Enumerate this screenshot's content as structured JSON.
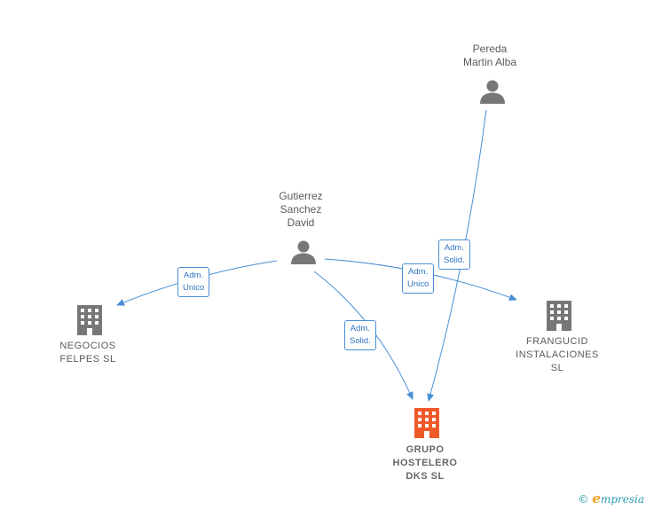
{
  "persons": [
    {
      "id": "pereda",
      "label": "Pereda\nMartin Alba"
    },
    {
      "id": "gutierrez",
      "label": "Gutierrez\nSanchez\nDavid"
    }
  ],
  "companies": [
    {
      "id": "negocios",
      "label": "NEGOCIOS\nFELPES  SL"
    },
    {
      "id": "frangucid",
      "label": "FRANGUCID\nINSTALACIONES\nSL"
    },
    {
      "id": "grupo",
      "label": "GRUPO\nHOSTELERO\nDKS  SL",
      "main": true
    }
  ],
  "edges": [
    {
      "id": "gut-neg",
      "label": "Adm.\nUnico"
    },
    {
      "id": "gut-grupo",
      "label": "Adm.\nSolid."
    },
    {
      "id": "gut-fran",
      "label": "Adm.\nUnico"
    },
    {
      "id": "per-grupo",
      "label": "Adm.\nSolid."
    }
  ],
  "colors": {
    "edge": "#4a8fd6",
    "person_icon": "#777777",
    "company_icon": "#777777",
    "main_company_icon": "#f05a28"
  },
  "footer": {
    "copyright": "©",
    "brand_initial": "e",
    "brand_rest": "mpresia"
  }
}
